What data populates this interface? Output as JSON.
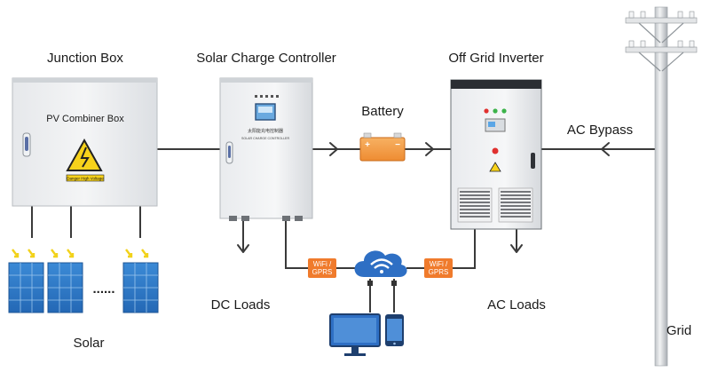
{
  "labels": {
    "junction_box": "Junction Box",
    "charge_controller": "Solar Charge Controller",
    "inverter": "Off Grid Inverter",
    "battery": "Battery",
    "ac_bypass": "AC Bypass",
    "dc_loads": "DC Loads",
    "ac_loads": "AC Loads",
    "solar": "Solar",
    "grid": "Grid",
    "combiner": "PV Combiner Box",
    "danger": "Danger High Voltage",
    "wifi_left": "WiFi /\nGPRS",
    "wifi_right": "WiFi /\nGPRS",
    "controller_cn": "太阳能充电控制器",
    "controller_en": "SOLAR CHARGE CONTROLLER",
    "ellipsis": "......"
  },
  "icons": [
    "warning-icon",
    "cloud-wifi-icon",
    "monitor-icon",
    "phone-icon",
    "sun-ray-icon",
    "power-pole-icon"
  ],
  "colors": {
    "wifi_badge": "#f07b2c",
    "battery": "#f5a04a",
    "panel": "#2f7fcf",
    "sun_ray": "#f2d21b",
    "cloud": "#2e6fc4",
    "warning": "#f7d21b",
    "led_green": "#3cb34a",
    "led_red": "#e0312f"
  }
}
